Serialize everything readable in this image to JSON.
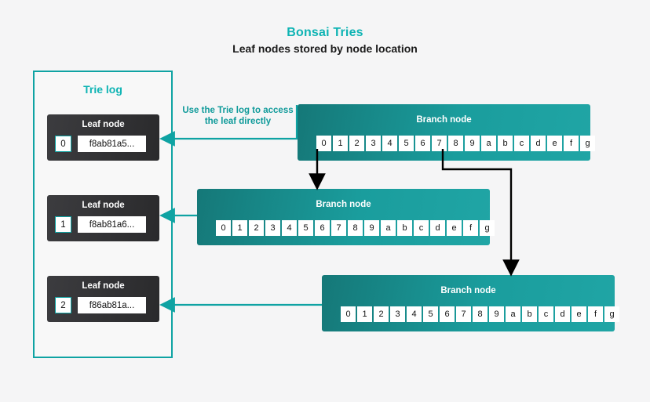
{
  "header": {
    "title": "Bonsai Tries",
    "subtitle": "Leaf nodes stored by node location",
    "title_color": "#0fb4b4"
  },
  "panel": {
    "title": "Trie log",
    "border_color": "#0fa3a3",
    "leaves": [
      {
        "label": "Leaf node",
        "index": "0",
        "hash": "f8ab81a5..."
      },
      {
        "label": "Leaf node",
        "index": "1",
        "hash": "f8ab81a6..."
      },
      {
        "label": "Leaf node",
        "index": "2",
        "hash": "f86ab81a..."
      }
    ]
  },
  "annotation": {
    "text": "Use the Trie log to access the leaf directly",
    "color": "#0f9a9a"
  },
  "branches": [
    {
      "label": "Branch node",
      "cells": [
        "0",
        "1",
        "2",
        "3",
        "4",
        "5",
        "6",
        "7",
        "8",
        "9",
        "a",
        "b",
        "c",
        "d",
        "e",
        "f",
        "g"
      ]
    },
    {
      "label": "Branch node",
      "cells": [
        "0",
        "1",
        "2",
        "3",
        "4",
        "5",
        "6",
        "7",
        "8",
        "9",
        "a",
        "b",
        "c",
        "d",
        "e",
        "f",
        "g"
      ]
    },
    {
      "label": "Branch node",
      "cells": [
        "0",
        "1",
        "2",
        "3",
        "4",
        "5",
        "6",
        "7",
        "8",
        "9",
        "a",
        "b",
        "c",
        "d",
        "e",
        "f",
        "g"
      ]
    }
  ],
  "colors": {
    "background": "#f5f5f6",
    "teal_accent": "#0fb4b4",
    "branch_teal": "#1a9d9d",
    "leaf_dark": "#3a3a3d",
    "connector_black": "#000000"
  }
}
